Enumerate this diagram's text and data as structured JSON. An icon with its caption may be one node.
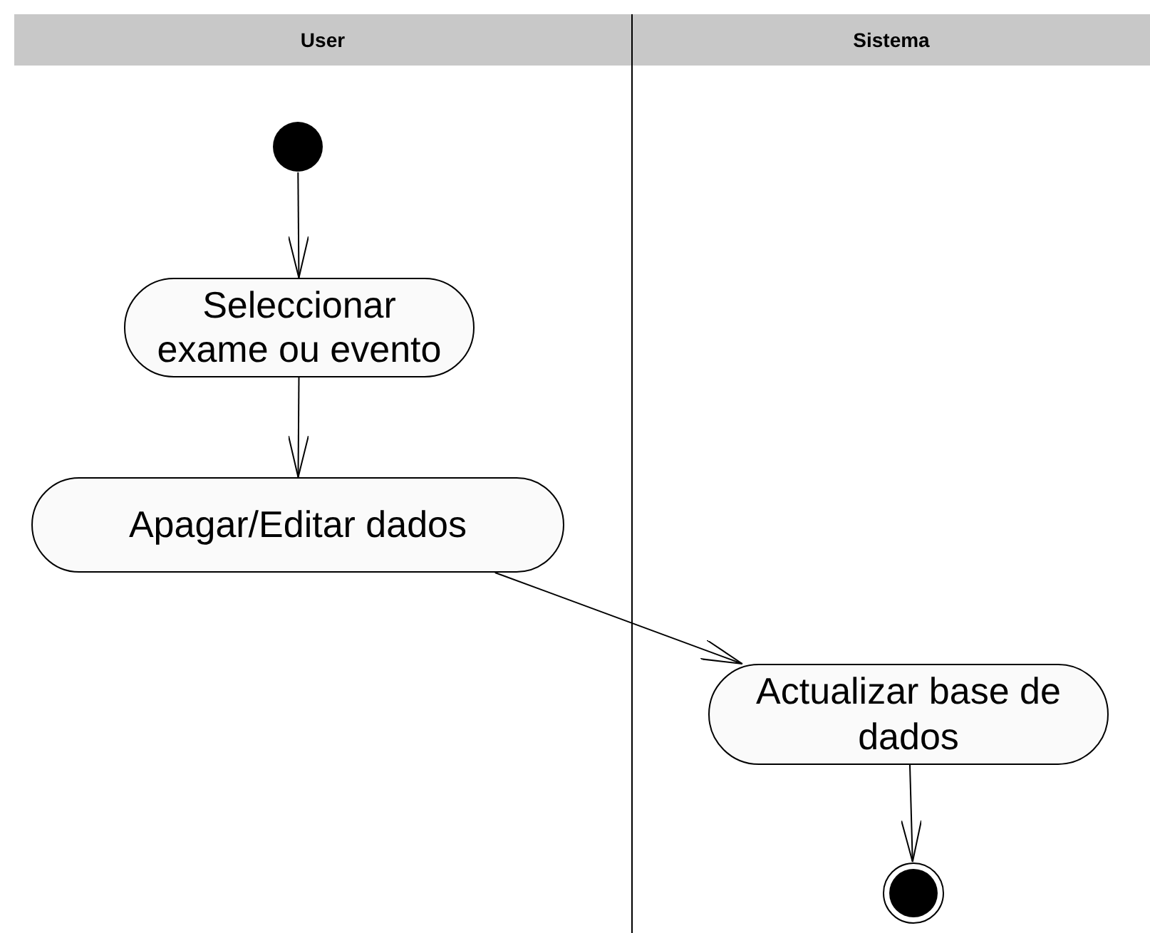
{
  "diagram": {
    "nodes": [
      {
        "text": [
          "User"
        ]
      },
      {
        "text": [
          "Sistema"
        ]
      },
      {
        "text": [],
        "shape": "circle",
        "in": 0
      },
      {
        "text": [
          "Seleccionar exame ou evento"
        ],
        "in": 0
      },
      {
        "text": [
          "Apagar/Editar dados"
        ],
        "in": 0
      },
      {
        "text": [
          "Actualizar base de dados"
        ],
        "in": 1
      },
      {
        "text": [],
        "shape": "bullseye",
        "in": 1
      }
    ],
    "edges": [
      {
        "from": 2,
        "to": 3,
        "arrow": "to"
      },
      {
        "from": 3,
        "to": 4,
        "arrow": "to"
      },
      {
        "from": 4,
        "to": 5,
        "arrow": "to"
      },
      {
        "from": 5,
        "to": 6,
        "arrow": "to"
      }
    ]
  }
}
